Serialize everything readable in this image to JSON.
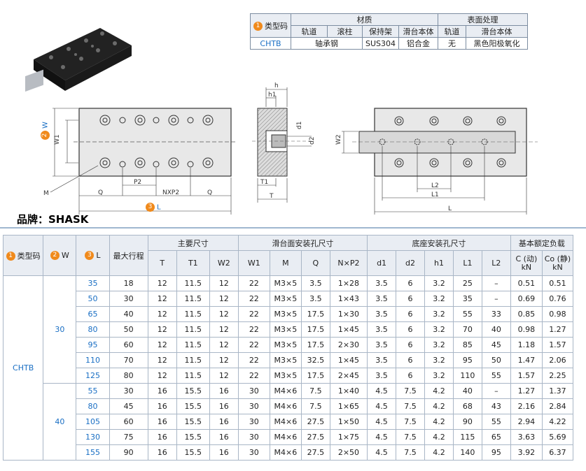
{
  "brand": "品牌：SHASK",
  "material_table": {
    "type_code_label": "类型码",
    "material_label": "材质",
    "surface_label": "表面处理",
    "material_cols": [
      "轨道",
      "滚柱",
      "保持架",
      "滑台本体"
    ],
    "surface_cols": [
      "轨道",
      "滑台本体"
    ],
    "row": {
      "type": "CHTB",
      "rail_roller": "轴承钢",
      "cage": "SUS304",
      "body": "铝合金",
      "surface_rail": "无",
      "surface_body": "黑色阳极氧化"
    }
  },
  "drawing_labels": {
    "w_marker": "W",
    "l_marker": "L",
    "w1": "W1",
    "m": "M",
    "q_left": "Q",
    "q_right": "Q",
    "p2": "P2",
    "nxp2": "NXP2",
    "t1": "T1",
    "t": "T",
    "h": "h",
    "h1": "h1",
    "d1": "d1",
    "d2": "d2",
    "w2": "W2",
    "l2": "L2",
    "l1": "L1",
    "l": "L"
  },
  "spec_table": {
    "headers": {
      "type_code": "类型码",
      "w": "W",
      "l": "L",
      "max_stroke": "最大行程",
      "main_dim": "主要尺寸",
      "slide_holes": "滑台面安装孔尺寸",
      "base_holes": "底座安装孔尺寸",
      "load": "基本额定负载",
      "cols": [
        "T",
        "T1",
        "W2",
        "W1",
        "M",
        "Q",
        "N×P2",
        "d1",
        "d2",
        "h1",
        "L1",
        "L2",
        "C (动)\nkN",
        "Co (静)\nkN"
      ]
    },
    "type": "CHTB",
    "groups": [
      {
        "w": "30",
        "rows": [
          [
            "35",
            "18",
            "12",
            "11.5",
            "12",
            "22",
            "M3×5",
            "3.5",
            "1×28",
            "3.5",
            "6",
            "3.2",
            "25",
            "–",
            "0.51",
            "0.51"
          ],
          [
            "50",
            "30",
            "12",
            "11.5",
            "12",
            "22",
            "M3×5",
            "3.5",
            "1×43",
            "3.5",
            "6",
            "3.2",
            "35",
            "–",
            "0.69",
            "0.76"
          ],
          [
            "65",
            "40",
            "12",
            "11.5",
            "12",
            "22",
            "M3×5",
            "17.5",
            "1×30",
            "3.5",
            "6",
            "3.2",
            "55",
            "33",
            "0.85",
            "0.98"
          ],
          [
            "80",
            "50",
            "12",
            "11.5",
            "12",
            "22",
            "M3×5",
            "17.5",
            "1×45",
            "3.5",
            "6",
            "3.2",
            "70",
            "40",
            "0.98",
            "1.27"
          ],
          [
            "95",
            "60",
            "12",
            "11.5",
            "12",
            "22",
            "M3×5",
            "17.5",
            "2×30",
            "3.5",
            "6",
            "3.2",
            "85",
            "45",
            "1.18",
            "1.57"
          ],
          [
            "110",
            "70",
            "12",
            "11.5",
            "12",
            "22",
            "M3×5",
            "32.5",
            "1×45",
            "3.5",
            "6",
            "3.2",
            "95",
            "50",
            "1.47",
            "2.06"
          ],
          [
            "125",
            "80",
            "12",
            "11.5",
            "12",
            "22",
            "M3×5",
            "17.5",
            "2×45",
            "3.5",
            "6",
            "3.2",
            "110",
            "55",
            "1.57",
            "2.25"
          ]
        ]
      },
      {
        "w": "40",
        "rows": [
          [
            "55",
            "30",
            "16",
            "15.5",
            "16",
            "30",
            "M4×6",
            "7.5",
            "1×40",
            "4.5",
            "7.5",
            "4.2",
            "40",
            "–",
            "1.27",
            "1.37"
          ],
          [
            "80",
            "45",
            "16",
            "15.5",
            "16",
            "30",
            "M4×6",
            "7.5",
            "1×65",
            "4.5",
            "7.5",
            "4.2",
            "68",
            "43",
            "2.16",
            "2.84"
          ],
          [
            "105",
            "60",
            "16",
            "15.5",
            "16",
            "30",
            "M4×6",
            "27.5",
            "1×50",
            "4.5",
            "7.5",
            "4.2",
            "90",
            "55",
            "2.94",
            "4.22"
          ],
          [
            "130",
            "75",
            "16",
            "15.5",
            "16",
            "30",
            "M4×6",
            "27.5",
            "1×75",
            "4.5",
            "7.5",
            "4.2",
            "115",
            "65",
            "3.63",
            "5.69"
          ],
          [
            "155",
            "90",
            "16",
            "15.5",
            "16",
            "30",
            "M4×6",
            "27.5",
            "2×50",
            "4.5",
            "7.5",
            "4.2",
            "140",
            "95",
            "3.92",
            "6.37"
          ]
        ]
      }
    ]
  }
}
